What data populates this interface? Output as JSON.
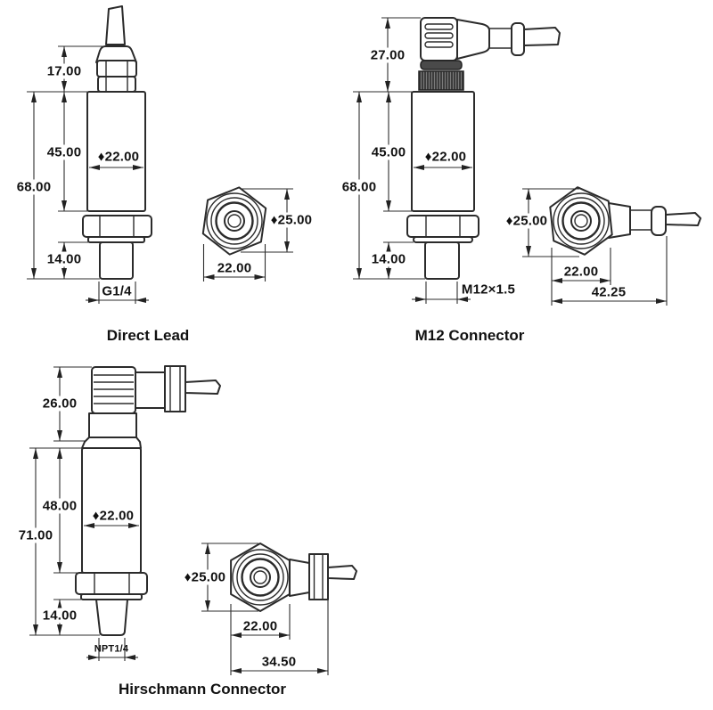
{
  "figures": {
    "direct_lead": {
      "title": "Direct Lead",
      "side_view": {
        "connector_height": "17.00",
        "body_height": "45.00",
        "overall_height": "68.00",
        "thread_height": "14.00",
        "body_diameter": "♦22.00",
        "thread_label": "G1/4"
      },
      "front_view": {
        "across_corners": "♦25.00",
        "across_flats": "22.00"
      }
    },
    "m12": {
      "title": "M12 Connector",
      "side_view": {
        "connector_height": "27.00",
        "body_height": "45.00",
        "overall_height": "68.00",
        "thread_height": "14.00",
        "body_diameter": "♦22.00",
        "thread_label": "M12×1.5"
      },
      "front_view": {
        "across_corners": "♦25.00",
        "across_flats": "22.00",
        "overall_width": "42.25"
      }
    },
    "hirschmann": {
      "title": "Hirschmann Connector",
      "side_view": {
        "connector_height": "26.00",
        "body_height": "48.00",
        "overall_height": "71.00",
        "thread_height": "14.00",
        "body_diameter": "♦22.00",
        "thread_label": "NPT1/4"
      },
      "front_view": {
        "across_corners": "♦25.00",
        "across_flats": "22.00",
        "overall_width": "34.50"
      }
    }
  },
  "colors": {
    "line": "#2b2b2b",
    "background": "#ffffff",
    "dark_fill": "#4a4a4a"
  }
}
